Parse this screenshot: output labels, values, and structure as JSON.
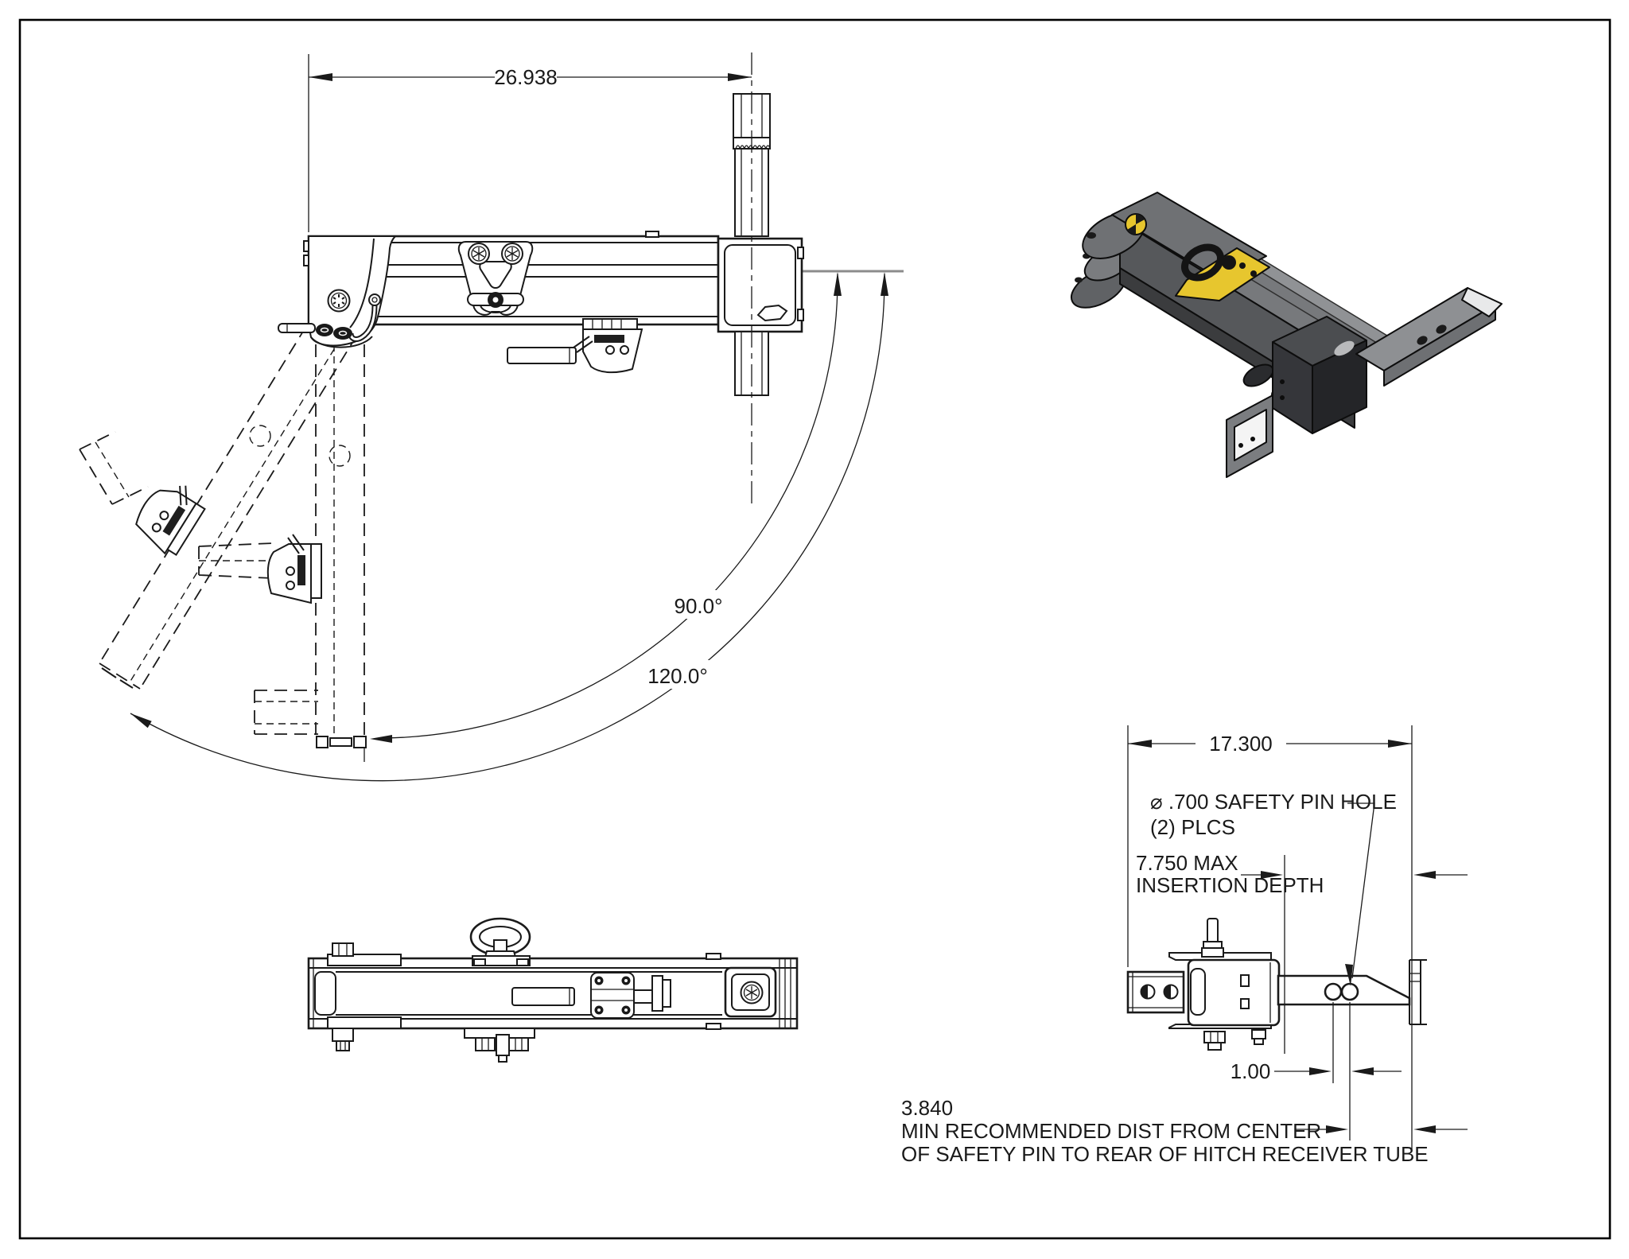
{
  "sheet": {
    "background": "#ffffff",
    "border_color": "#000000"
  },
  "side_view": {
    "dim_overall": "26.938",
    "angle_swing_90": "90.0°",
    "angle_swing_120": "120.0°"
  },
  "detail_view": {
    "dim_overall": "17.300",
    "pin_hole_note_line1": "⌀ .700 SAFETY PIN HOLE",
    "pin_hole_note_line2": "(2) PLCS",
    "insertion_note_line1": "7.750 MAX",
    "insertion_note_line2": "INSERTION DEPTH",
    "dim_hole_spacing": "1.00",
    "min_dist_note_line1": "3.840",
    "min_dist_note_line2": "MIN RECOMMENDED DIST FROM CENTER",
    "min_dist_note_line3": "OF SAFETY PIN TO REAR OF HITCH RECEIVER TUBE"
  },
  "colors": {
    "line": "#1a1a1a",
    "reference_gray": "#8c8c8c",
    "body_gray_top": "#77797c",
    "body_gray_side": "#56585b",
    "body_gray_dark": "#3b3c3e",
    "cube_dark": "#35363a",
    "accent_yellow": "#e7c62e",
    "shank_gray": "#8e9093"
  }
}
